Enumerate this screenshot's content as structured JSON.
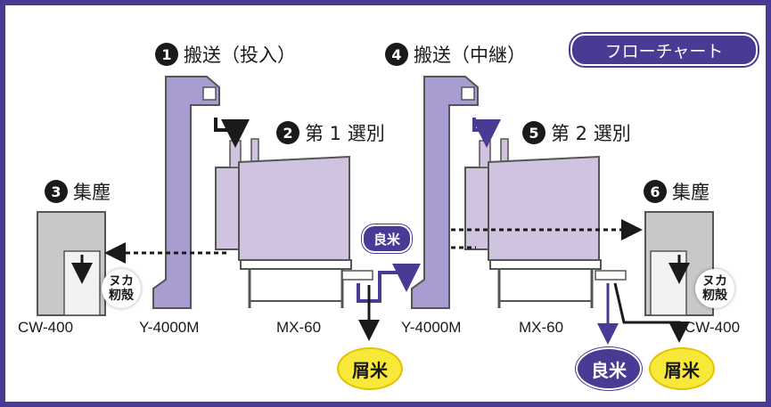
{
  "flowchart_label": "フローチャート",
  "steps": [
    {
      "number": "1",
      "label": "搬送（投入）"
    },
    {
      "number": "2",
      "label": "第 1 選別"
    },
    {
      "number": "3",
      "label": "集塵"
    },
    {
      "number": "4",
      "label": "搬送（中継）"
    },
    {
      "number": "5",
      "label": "第 2 選別"
    },
    {
      "number": "6",
      "label": "集塵"
    }
  ],
  "machines": {
    "cw_left": "CW-400",
    "elevator_left": "Y-4000M",
    "sorter_left": "MX-60",
    "elevator_right": "Y-4000M",
    "sorter_right": "MX-60",
    "cw_right": "CW-400"
  },
  "outputs": {
    "good_rice_small": "良米",
    "waste_rice_left": "屑米",
    "good_rice": "良米",
    "waste_rice_right": "屑米"
  },
  "dust": {
    "left_line1": "ヌカ",
    "left_line2": "籾殻",
    "right_line1": "ヌカ",
    "right_line2": "籾殻"
  },
  "colors": {
    "frame": "#4a3a94",
    "machine": "#cfc3e0",
    "elevator": "#a89cd0",
    "dust_box": "#c8c8c8",
    "waste_bubble": "#f7e83a"
  }
}
